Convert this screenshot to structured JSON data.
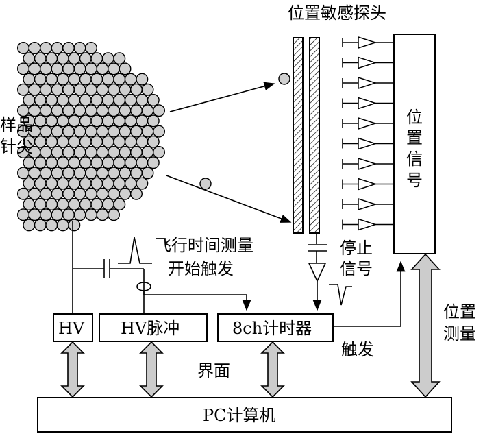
{
  "labels": {
    "sample_tip": [
      "样品",
      "针尖"
    ],
    "detector_title": "位置敏感探头",
    "position_signal": [
      "位",
      "置",
      "信",
      "号"
    ],
    "stop_signal": [
      "停止",
      "信号"
    ],
    "tof_start": [
      "飞行时间测量",
      "开始触发"
    ],
    "hv": "HV",
    "hv_pulse": "HV脉冲",
    "timer": "8ch计时器",
    "trigger": "触发",
    "interface": "界面",
    "pc": "PC计算机",
    "position_measure": [
      "位置",
      "测量"
    ]
  }
}
